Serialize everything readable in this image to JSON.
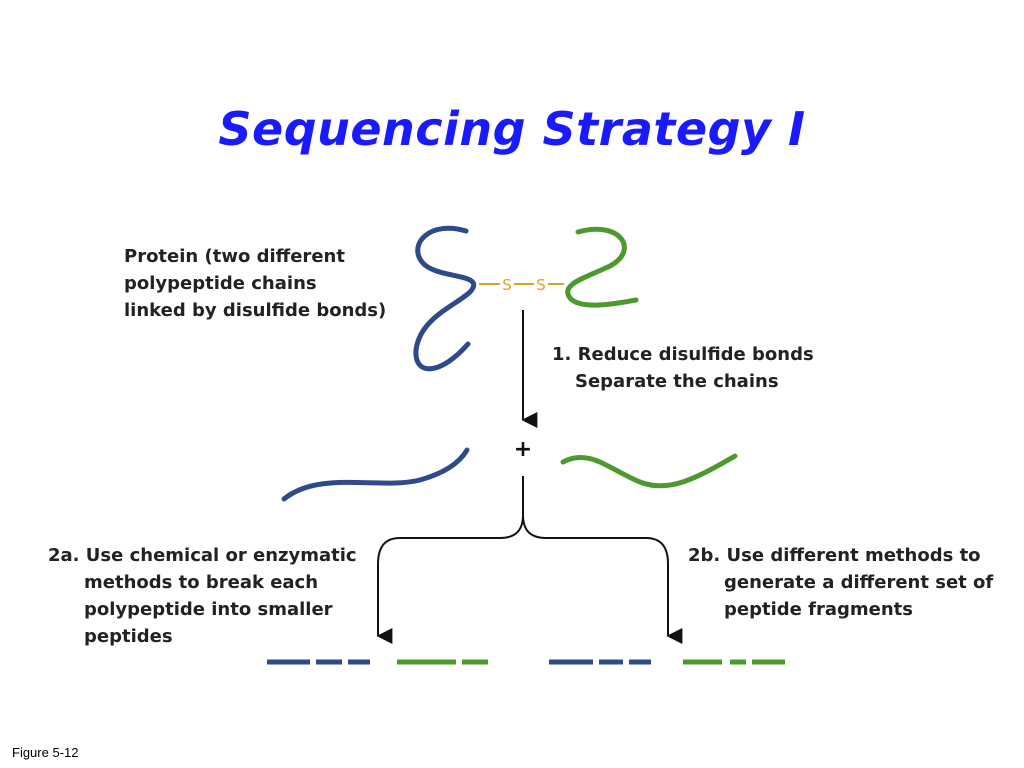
{
  "title": "Sequencing Strategy I",
  "protein_label": {
    "lines": [
      "Protein (two different",
      "polypeptide chains",
      "linked by disulfide bonds)"
    ]
  },
  "disulfide": {
    "s1": "S",
    "s2": "S"
  },
  "step1": {
    "number": "1.",
    "lines": [
      "Reduce disulfide bonds",
      "Separate the chains"
    ]
  },
  "plus": "+",
  "step2a": {
    "number": "2a.",
    "lines": [
      "Use chemical or enzymatic",
      "methods to break each",
      "polypeptide into smaller",
      "peptides"
    ]
  },
  "step2b": {
    "number": "2b.",
    "lines": [
      "Use different methods to",
      "generate a different set of",
      "peptide  fragments"
    ]
  },
  "figure_caption": "Figure 5-12",
  "colors": {
    "title": "#1a1aff",
    "chain_a": "#2f4a8a",
    "chain_b": "#4c9a2f",
    "disulfide": "#e0a020",
    "arrow": "#111111"
  }
}
